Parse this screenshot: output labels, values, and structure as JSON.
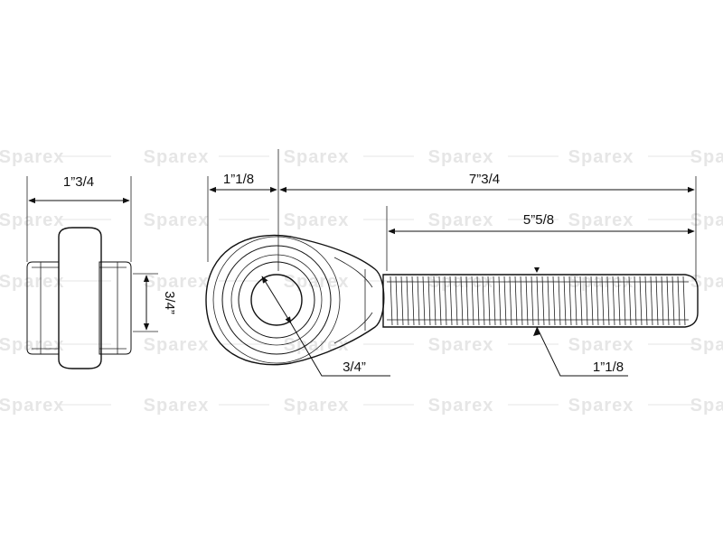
{
  "watermark": {
    "text": "Sparex"
  },
  "dimensions": {
    "side_width": "1”3/4",
    "side_height": "3/4”",
    "eye_width": "1”1/8",
    "overall_length": "7”3/4",
    "thread_length": "5”5/8",
    "bore_diameter": "3/4”",
    "thread_diameter": "1”1/8"
  },
  "colors": {
    "line": "#111111",
    "watermark": "#e6e6e6"
  }
}
